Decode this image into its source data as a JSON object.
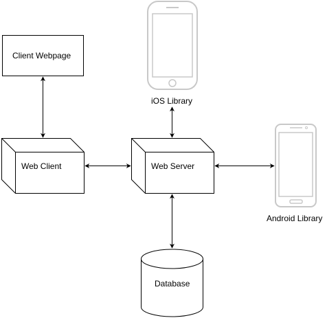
{
  "diagram": {
    "nodes": {
      "client_webpage": {
        "label": "Client Webpage"
      },
      "web_client": {
        "label": "Web Client"
      },
      "web_server": {
        "label": "Web Server"
      },
      "ios_library": {
        "label": "iOS Library"
      },
      "android_library": {
        "label": "Android Library"
      },
      "database": {
        "label": "Database"
      }
    },
    "edges": [
      {
        "from": "client_webpage",
        "to": "web_client",
        "bidirectional": true
      },
      {
        "from": "web_client",
        "to": "web_server",
        "bidirectional": true
      },
      {
        "from": "ios_library",
        "to": "web_server",
        "bidirectional": true
      },
      {
        "from": "web_server",
        "to": "android_library",
        "bidirectional": true
      },
      {
        "from": "web_server",
        "to": "database",
        "bidirectional": true
      }
    ],
    "colors": {
      "stroke": "#000000",
      "device": "#c8c8c8",
      "fill": "#ffffff"
    }
  }
}
